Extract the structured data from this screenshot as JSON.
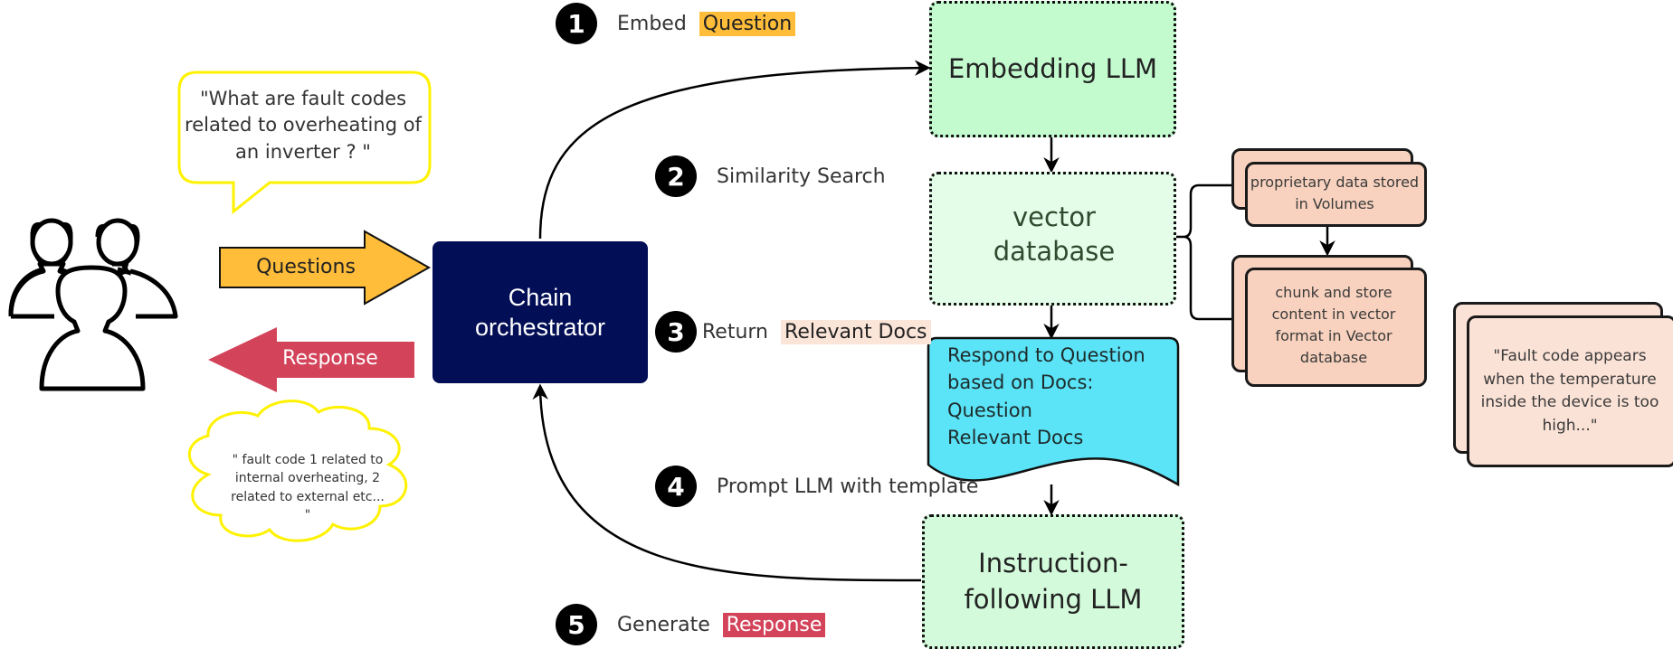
{
  "users": {
    "icon": "users-group-icon",
    "question_bubble": "\"What are fault codes related to overheating of an inverter ? \"",
    "answer_cloud": "\" fault code 1 related to internal overheating, 2 related to external etc... \"",
    "questions_arrow_label": "Questions",
    "response_arrow_label": "Response"
  },
  "orchestrator": {
    "label_line1": "Chain",
    "label_line2": "orchestrator"
  },
  "steps": [
    {
      "number": "1",
      "text": "Embed",
      "highlight": "Question",
      "highlight_color": "#ffbd3a"
    },
    {
      "number": "2",
      "text": "Similarity Search",
      "highlight": "",
      "highlight_color": ""
    },
    {
      "number": "3",
      "text": "Return",
      "highlight": "Relevant Docs",
      "highlight_color": "#fbe4d8"
    },
    {
      "number": "4",
      "text": "Prompt LLM with template",
      "highlight": "",
      "highlight_color": ""
    },
    {
      "number": "5",
      "text": "Generate",
      "highlight": "Response",
      "highlight_color": "#d3435a"
    }
  ],
  "components": {
    "embedding_llm": "Embedding LLM",
    "vector_db_line1": "vector",
    "vector_db_line2": "database",
    "prompt_template": {
      "line1": "Respond to Question",
      "line2": "based on Docs:",
      "line3": "Question",
      "line4": "Relevant Docs"
    },
    "instruction_llm_line1": "Instruction-",
    "instruction_llm_line2": "following LLM"
  },
  "data_pipeline": {
    "source_card": "proprietary data stored in Volumes",
    "chunk_card": "chunk and store content in vector format in Vector database",
    "example_doc": "\"Fault code appears when the temperature inside the device is too high...\""
  },
  "colors": {
    "orchestrator_bg": "#020e55",
    "llm_green": "#c3fbcf",
    "vector_db_green": "#e3fde8",
    "template_cyan": "#5be3f7",
    "questions_arrow": "#ffbd3a",
    "response_arrow": "#d3435a",
    "card_peach": "#f8d2be",
    "bubble_yellow": "#fff200"
  }
}
